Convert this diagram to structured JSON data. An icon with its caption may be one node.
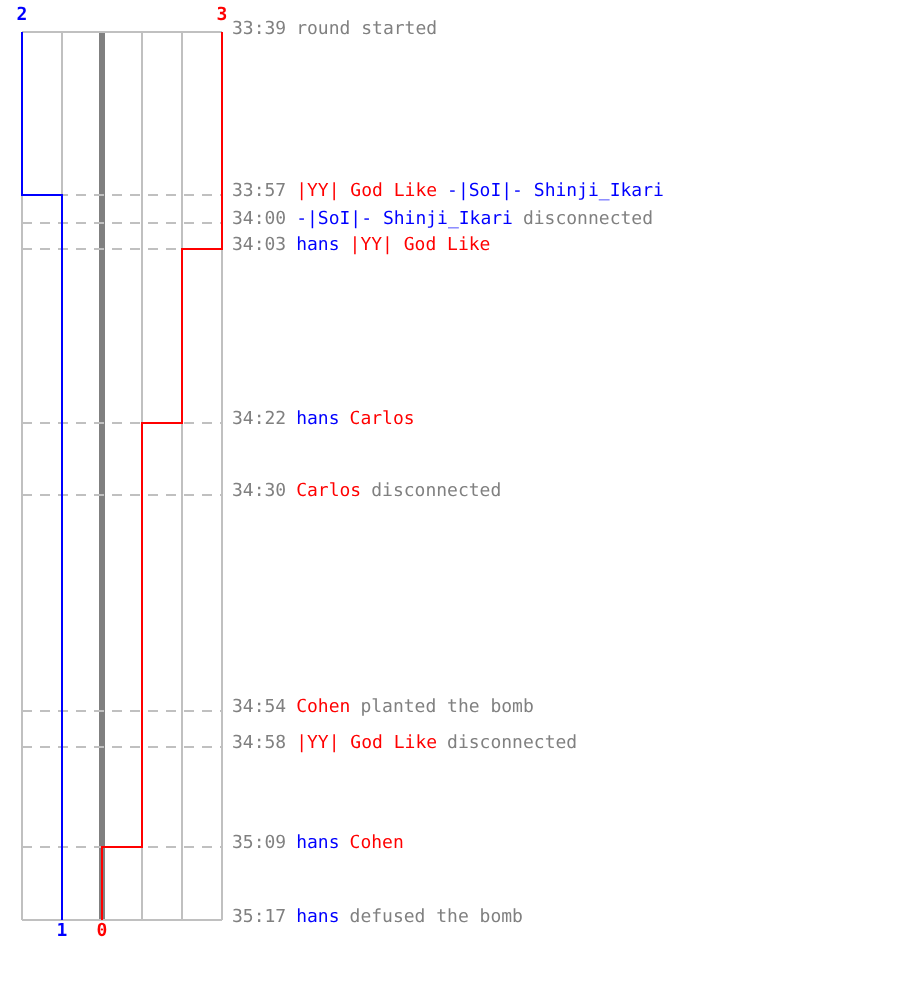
{
  "diagram": {
    "labels": [
      "2",
      "3",
      "33:39",
      "round started",
      "33:57",
      "|YY| God Like",
      "-|SoI|- Shinji_Ikari",
      "34:00",
      "-|SoI|- Shinji_Ikari",
      "disconnected",
      "34:03",
      "hans",
      "|YY| God Like",
      "34:22",
      "hans",
      "Carlos",
      "34:30",
      "Carlos",
      "disconnected",
      "34:54",
      "Cohen",
      "planted the bomb",
      "34:58",
      "|YY| God Like",
      "disconnected",
      "35:09",
      "hans",
      "Cohen",
      "35:17",
      "hans",
      "defused the bomb",
      "1",
      "0"
    ]
  }
}
